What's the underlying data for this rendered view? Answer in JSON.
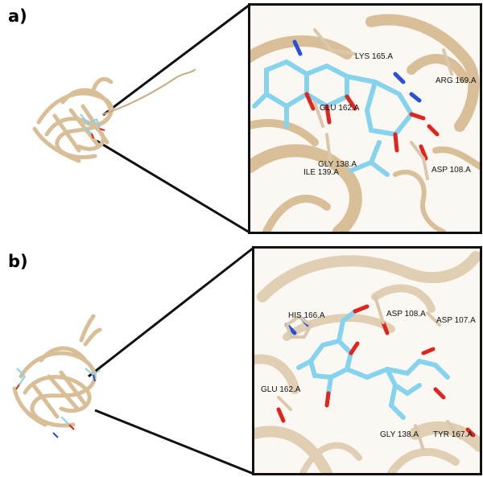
{
  "panels": [
    {
      "label": "a)",
      "residues": [
        "LYS 165.A",
        "ARG 169.A",
        "GLU 162.A",
        "GLY 138.A",
        "ILE 139.A",
        "ASP 108.A"
      ]
    },
    {
      "label": "b)",
      "residues": [
        "HIS 166.A",
        "ASP 108.A",
        "ASP 107.A",
        "GLU 162.A",
        "GLY 138.A",
        "TYR 167.A"
      ]
    }
  ],
  "colors": {
    "ribbon": "#d9bf98",
    "ribbon_dark": "#b99c72",
    "ligand_carbon": "#86d3ee",
    "oxygen": "#e0241e",
    "nitrogen": "#2a4fd8",
    "frame": "#111111"
  }
}
